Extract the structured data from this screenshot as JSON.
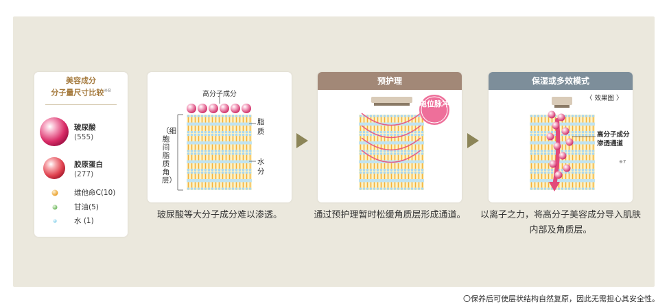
{
  "legend": {
    "title_line1": "美容成分",
    "title_line2": "分子量尺寸比较",
    "title_note": "※8",
    "items": [
      {
        "name": "玻尿酸",
        "value": "(555)"
      },
      {
        "name": "胶原蛋白",
        "value": "(277)"
      },
      {
        "name": "维他命C(10)",
        "value": ""
      },
      {
        "name": "甘油(5)",
        "value": ""
      },
      {
        "name": "水 (1)",
        "value": ""
      }
    ]
  },
  "diagram1": {
    "top_label": "高分子成分",
    "left_label": "（细胞间脂质角层）",
    "right_label_top": "脂质",
    "right_label_bottom": "水分",
    "caption": "玻尿酸等大分子成分难以渗透。"
  },
  "diagram2": {
    "header": "预护理",
    "pulse_label": "电位脉冲",
    "caption": "通过预护理暂时松缓角质层形成通道。"
  },
  "diagram3": {
    "header": "保湿或多效模式",
    "effect_label": "〈 效果图 〉",
    "channel_label": "高分子成分渗透通道",
    "channel_note": "※7",
    "caption": "以离子之力，将高分子美容成分导入肌肤内部及角质层。"
  },
  "footnote": "〇保养后可使层状结构自然复原，因此无需担心其安全性。",
  "colors": {
    "panel": "#ebe8dd",
    "header_brown": "#a28877",
    "header_slate": "#7d8e9a",
    "accent_pink": "#e8497b",
    "arrow_olive": "#8c8558",
    "title_gold": "#a57a3d"
  }
}
